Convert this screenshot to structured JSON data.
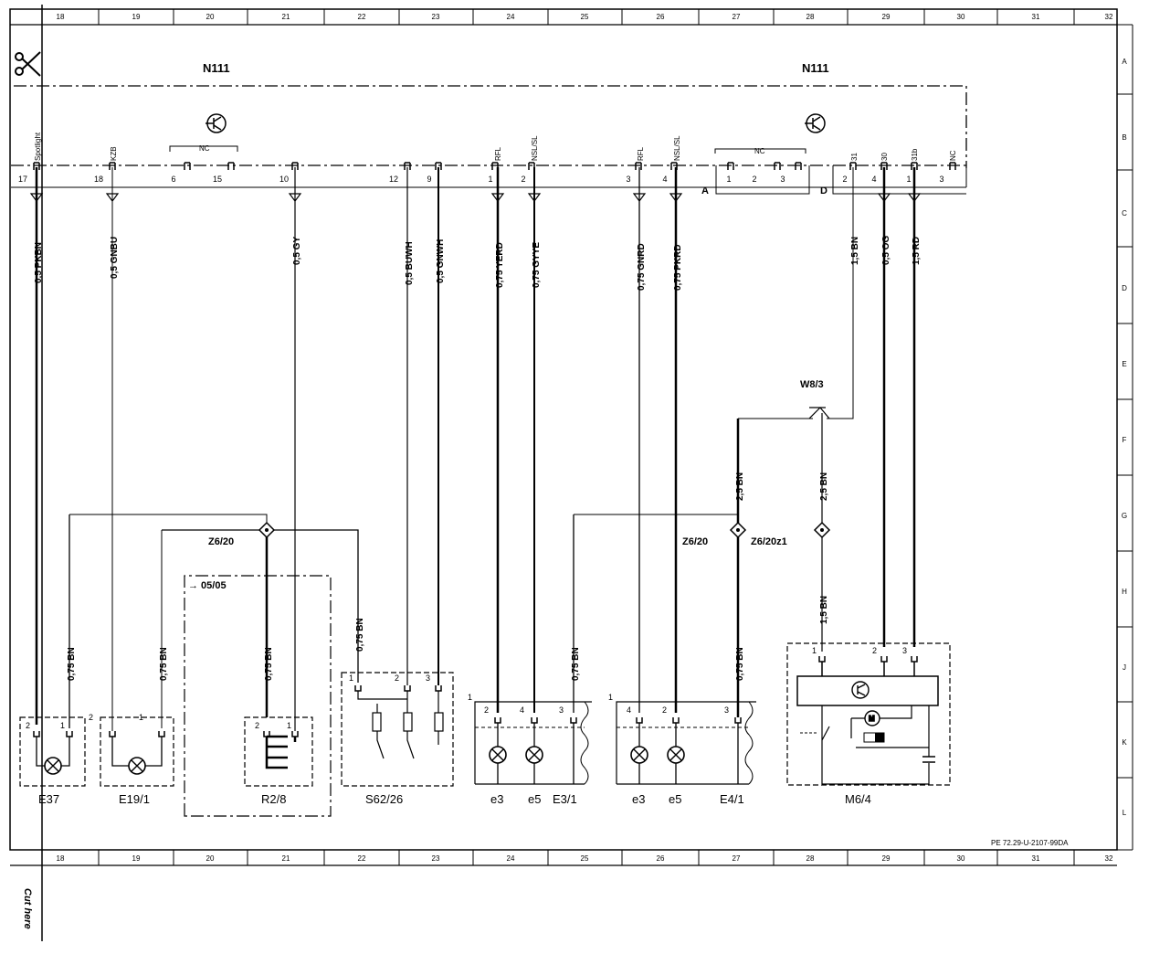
{
  "grid": {
    "columns": [
      "18",
      "19",
      "20",
      "21",
      "22",
      "23",
      "24",
      "25",
      "26",
      "27",
      "28",
      "29",
      "30",
      "31",
      "32"
    ],
    "rows": [
      "A",
      "B",
      "C",
      "D",
      "E",
      "F",
      "G",
      "H",
      "J",
      "K",
      "L"
    ]
  },
  "module": {
    "name_left": "N111",
    "name_right": "N111",
    "pin_labels": [
      "Spotlight",
      "KZB",
      "RFL",
      "NSL/SL",
      "RFL",
      "NSL/SL",
      "31",
      "30",
      "31b",
      "NC"
    ],
    "nc_label": "NC",
    "pins": [
      "17",
      "18",
      "6",
      "15",
      "10",
      "12",
      "9",
      "1",
      "2",
      "3",
      "4",
      "1",
      "2",
      "3",
      "2",
      "4",
      "1",
      "3"
    ],
    "connector_a": "A",
    "connector_d": "D"
  },
  "wires": [
    "0,5 PKBN",
    "0,5 GNBU",
    "0,5 GY",
    "0,5 BUWH",
    "0,5 GNWH",
    "0,75 YERD",
    "0,75 GYYE",
    "0,75 GNRD",
    "0,75 PKRD",
    "1,5 BN",
    "0,5 OG",
    "1,5 RD",
    "2,5 BN",
    "2,5 BN",
    "1,5 BN",
    "0,75 BN",
    "0,75 BN",
    "0,75 BN",
    "0,75 BN",
    "0,75 BN",
    "0,75 BN"
  ],
  "nodes": {
    "w83": "W8/3",
    "z620_left": "Z6/20",
    "z620_right": "Z6/20",
    "z620z1": "Z6/20z1",
    "model_note": "→ 05/05"
  },
  "components": {
    "e37": "E37",
    "e191": "E19/1",
    "r28": "R2/8",
    "s6226": "S62/26",
    "e31": "E3/1",
    "e41": "E4/1",
    "m64": "M6/4",
    "e3a": "e3",
    "e5a": "e5",
    "e3b": "e3",
    "e5b": "e5"
  },
  "component_pins": {
    "e37": [
      "2",
      "1"
    ],
    "e191": [
      "2",
      "1"
    ],
    "r28": [
      "2",
      "1"
    ],
    "s6226": [
      "1",
      "2",
      "3"
    ],
    "e31": [
      "1",
      "2",
      "4",
      "3"
    ],
    "e41": [
      "1",
      "4",
      "2",
      "3"
    ],
    "m64": [
      "1",
      "2",
      "3"
    ]
  },
  "footer": {
    "ref": "PE 72.29-U-2107-99DA",
    "cut_here": "Cut here"
  }
}
